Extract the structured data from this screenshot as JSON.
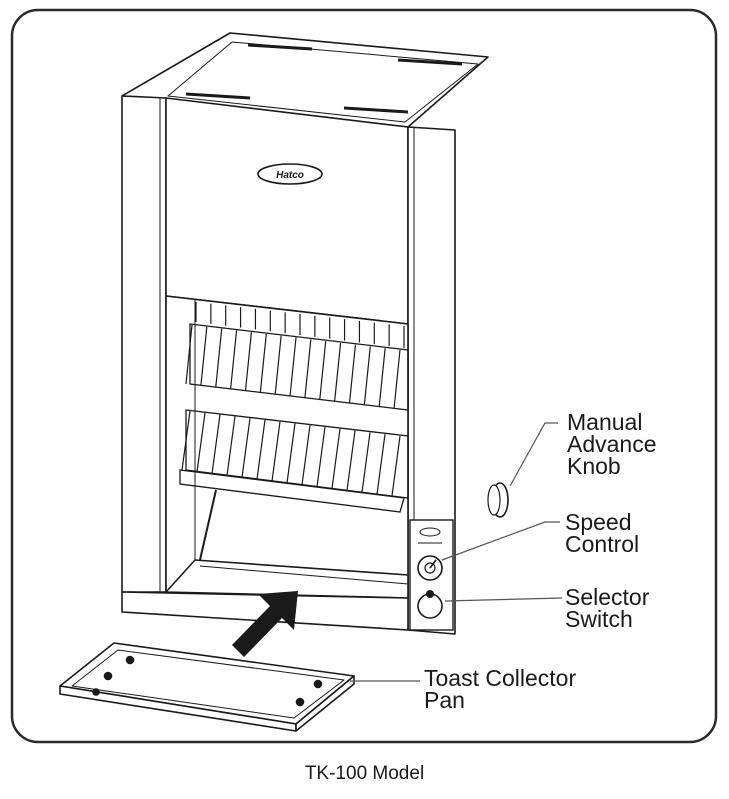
{
  "callouts": {
    "manual_knob": [
      "Manual",
      "Advance",
      "Knob"
    ],
    "speed_control": [
      "Speed",
      "Control"
    ],
    "selector_switch": [
      "Selector",
      "Switch"
    ],
    "collector_pan": [
      "Toast Collector",
      "Pan"
    ]
  },
  "caption": "TK-100 Model",
  "logo_text": "Hatco",
  "colors": {
    "line": "#1a1a1a",
    "frame": "#2b2b2b",
    "background": "#ffffff"
  }
}
